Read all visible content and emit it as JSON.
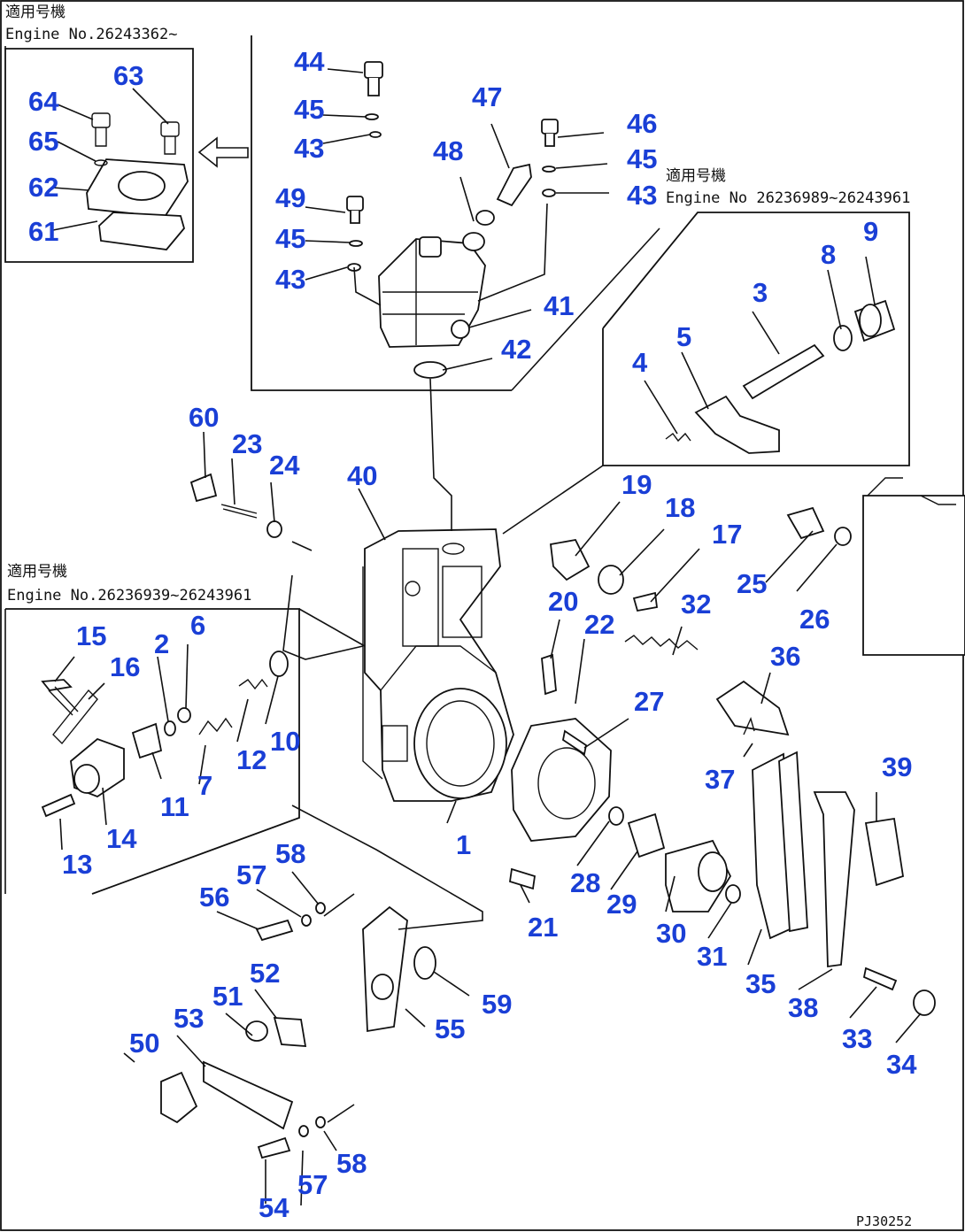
{
  "notes": {
    "top_left_jp": "適用号機",
    "top_left_engine": "Engine No.26243362~",
    "right_jp": "適用号機",
    "right_engine": "Engine No 26236989~26243961",
    "left_jp": "適用号機",
    "left_engine": "Engine No.26236939~26243961"
  },
  "figure_code": "PJ30252",
  "callouts": {
    "p1": "1",
    "p2": "2",
    "p3": "3",
    "p4": "4",
    "p5": "5",
    "p6": "6",
    "p7": "7",
    "p8": "8",
    "p9": "9",
    "p10": "10",
    "p11": "11",
    "p12": "12",
    "p13": "13",
    "p14": "14",
    "p15": "15",
    "p16": "16",
    "p17": "17",
    "p18": "18",
    "p19": "19",
    "p20": "20",
    "p21": "21",
    "p22": "22",
    "p23": "23",
    "p24": "24",
    "p25": "25",
    "p26": "26",
    "p27": "27",
    "p28": "28",
    "p29": "29",
    "p30": "30",
    "p31": "31",
    "p32": "32",
    "p33": "33",
    "p34": "34",
    "p35": "35",
    "p36": "36",
    "p37": "37",
    "p38": "38",
    "p39": "39",
    "p40": "40",
    "p41": "41",
    "p42": "42",
    "p43a": "43",
    "p43b": "43",
    "p43c": "43",
    "p44": "44",
    "p45a": "45",
    "p45b": "45",
    "p45c": "45",
    "p46": "46",
    "p47": "47",
    "p48": "48",
    "p49": "49",
    "p50": "50",
    "p51": "51",
    "p52": "52",
    "p53": "53",
    "p54": "54",
    "p55": "55",
    "p56": "56",
    "p57a": "57",
    "p57b": "57",
    "p58a": "58",
    "p58b": "58",
    "p59": "59",
    "p60": "60",
    "p61": "61",
    "p62": "62",
    "p63": "63",
    "p64": "64",
    "p65": "65"
  },
  "colors": {
    "callout": "#1a3fd6",
    "line": "#111111",
    "background": "#ffffff"
  }
}
